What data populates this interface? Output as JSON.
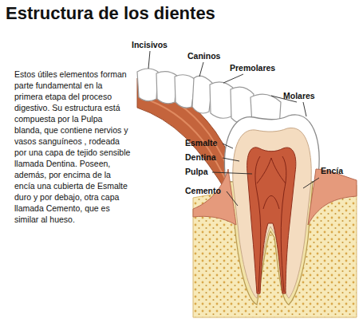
{
  "diagram": {
    "title": "Estructura de los dientes",
    "labels": [
      "Estos útiles elementos forman parte fundamental en la primera etapa del proceso digestivo. Su estructura está compuesta por la Pulpa blanda, que contiene nervios y vasos sanguíneos , rodeada por una capa de tejido sensible llamada Dentina. Poseen, además, por encima de la encía una cubierta de Esmalte duro y por debajo, otra capa llamada Cemento, que es similar al hueso.",
      "Incisivos",
      "Caninos",
      "Premolares",
      "Molares",
      "Esmalte",
      "Dentina",
      "Pulpa",
      "Cemento",
      "Encía"
    ]
  }
}
